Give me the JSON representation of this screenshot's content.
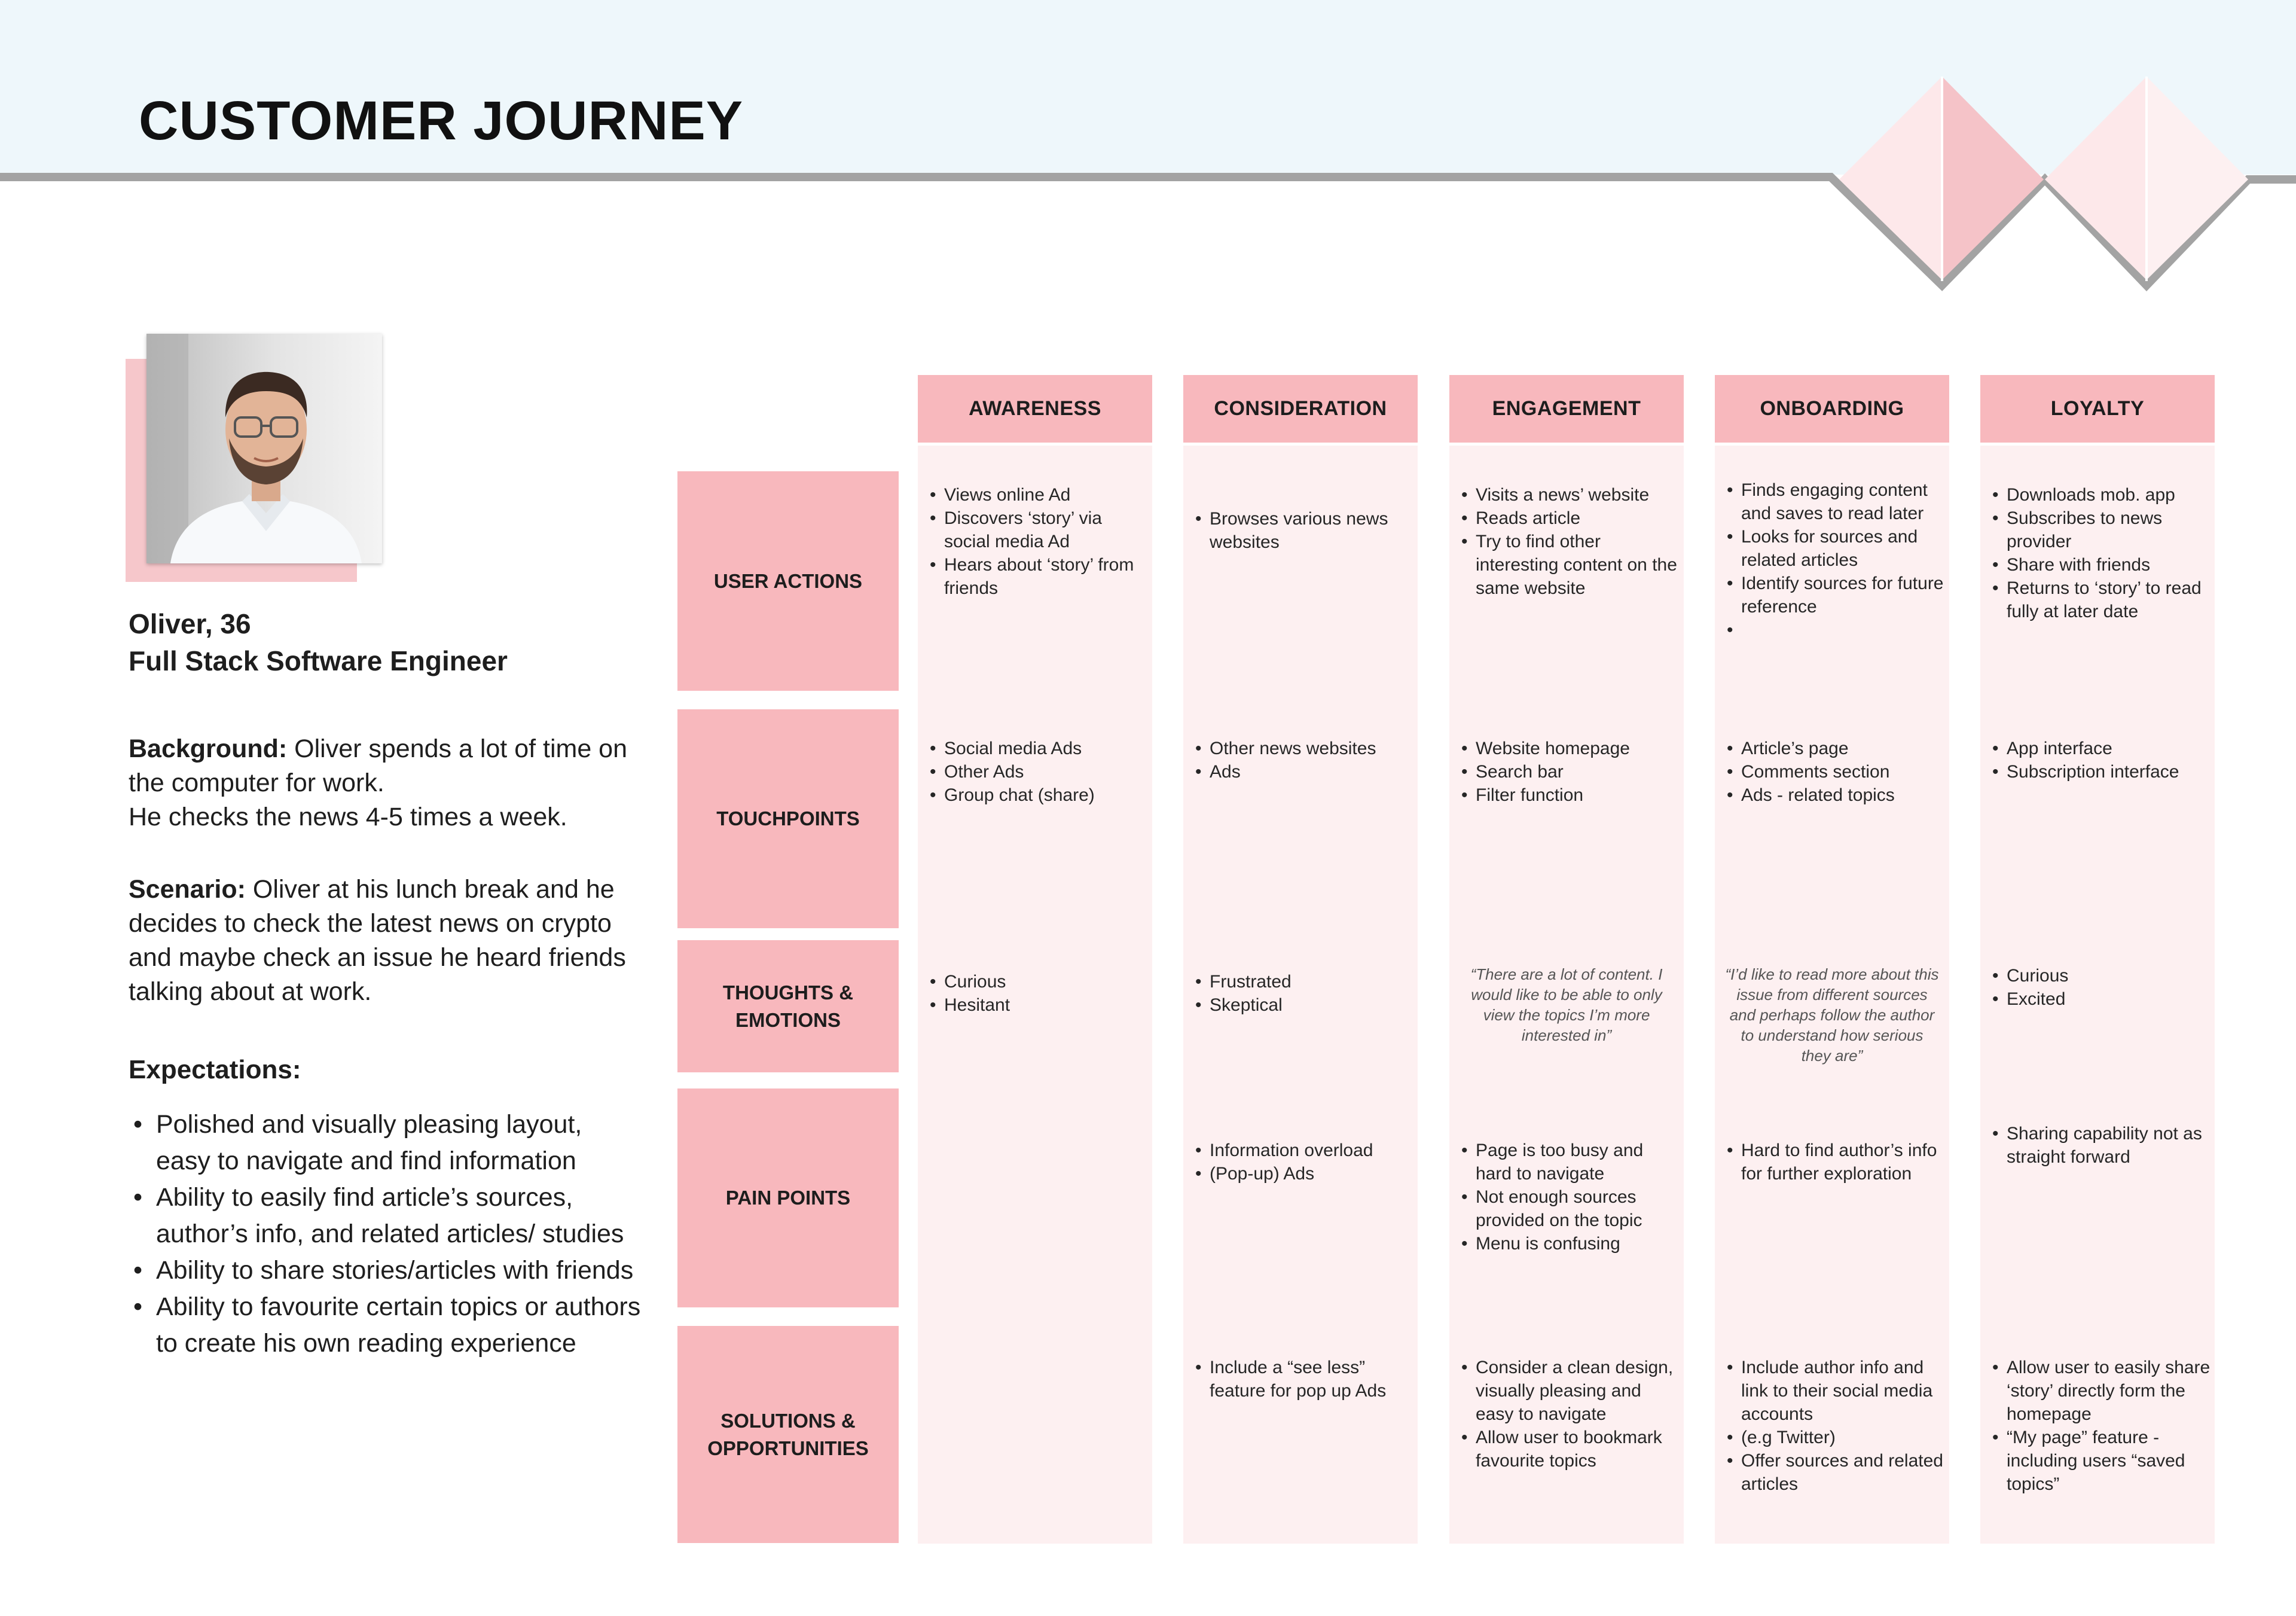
{
  "page": {
    "title": "CUSTOMER JOURNEY"
  },
  "persona": {
    "name": "Oliver, 36",
    "role": "Full Stack Software Engineer",
    "background_label": "Background:",
    "background_text": " Oliver spends a lot of time on the computer for work.",
    "background_text_2": "He checks the news 4-5 times a week.",
    "scenario_label": "Scenario:",
    "scenario_text": " Oliver at his lunch break and he decides to check the latest news on crypto and maybe check an issue he heard friends talking about at work.",
    "expectations_heading": "Expectations:",
    "expectations": [
      "Polished and visually pleasing layout, easy to navigate and find information",
      "Ability to easily find article’s sources, author’s info, and related articles/ studies",
      "Ability to share stories/articles with friends",
      "Ability to favourite certain topics or authors to create his own  reading experience"
    ]
  },
  "journey": {
    "stages": [
      "AWARENESS",
      "CONSIDERATION",
      "ENGAGEMENT",
      "ONBOARDING",
      "LOYALTY"
    ],
    "rows": [
      {
        "label": "USER ACTIONS",
        "cells": [
          {
            "type": "list",
            "items": [
              "Views online Ad",
              "Discovers ‘story’ via social media Ad",
              "Hears about ‘story’ from friends"
            ]
          },
          {
            "type": "list",
            "items": [
              "Browses various news websites"
            ]
          },
          {
            "type": "list",
            "items": [
              "Visits a news’ website",
              "Reads article",
              "Try to find other interesting content on the same website"
            ]
          },
          {
            "type": "list",
            "items": [
              "Finds engaging content and saves to read later",
              "Looks for sources and related articles",
              "Identify sources for future reference",
              ""
            ]
          },
          {
            "type": "list",
            "items": [
              "Downloads mob. app",
              "Subscribes to news provider",
              "Share with friends",
              "Returns to ‘story’ to read fully at later date"
            ]
          }
        ]
      },
      {
        "label": "TOUCHPOINTS",
        "cells": [
          {
            "type": "list",
            "items": [
              "Social media Ads",
              "Other Ads",
              "Group chat (share)"
            ]
          },
          {
            "type": "list",
            "items": [
              "Other news websites",
              "Ads"
            ]
          },
          {
            "type": "list",
            "items": [
              "Website homepage",
              "Search bar",
              "Filter function"
            ]
          },
          {
            "type": "list",
            "items": [
              "Article’s page",
              "Comments section",
              "Ads - related topics"
            ]
          },
          {
            "type": "list",
            "items": [
              "App interface",
              "Subscription interface"
            ]
          }
        ]
      },
      {
        "label": "THOUGHTS & EMOTIONS",
        "cells": [
          {
            "type": "list",
            "items": [
              "Curious",
              "Hesitant"
            ]
          },
          {
            "type": "list",
            "items": [
              "Frustrated",
              "Skeptical"
            ]
          },
          {
            "type": "quote",
            "text": "“There are a lot of content. I would like to be able to only view the topics I’m more interested in”"
          },
          {
            "type": "quote",
            "text": "“I’d like to read more about this issue from different sources and perhaps follow the author to understand how serious they are”"
          },
          {
            "type": "list",
            "items": [
              "Curious",
              "Excited"
            ]
          }
        ]
      },
      {
        "label": "PAIN POINTS",
        "cells": [
          {
            "type": "list",
            "items": []
          },
          {
            "type": "list",
            "items": [
              "Information overload",
              "(Pop-up) Ads"
            ]
          },
          {
            "type": "list",
            "items": [
              "Page is too busy and hard to navigate",
              "Not enough sources provided on the topic",
              "Menu is confusing"
            ]
          },
          {
            "type": "list",
            "items": [
              "Hard to find author’s info for further exploration"
            ]
          },
          {
            "type": "list",
            "items": [
              "Sharing capability not as straight forward"
            ]
          }
        ]
      },
      {
        "label": "SOLUTIONS & OPPORTUNITIES",
        "cells": [
          {
            "type": "list",
            "items": []
          },
          {
            "type": "list",
            "items": [
              "Include a “see less” feature for pop up Ads"
            ]
          },
          {
            "type": "list",
            "items": [
              "Consider a clean design, visually pleasing and easy to navigate",
              "Allow user to bookmark favourite topics"
            ]
          },
          {
            "type": "list",
            "items": [
              "Include author info and link to their social media accounts",
              "(e.g Twitter)",
              "Offer sources and related articles"
            ]
          },
          {
            "type": "list",
            "items": [
              "Allow user to easily share ‘story’ directly form the homepage",
              "“My page” feature - including users “saved topics”"
            ]
          }
        ]
      }
    ]
  },
  "colors": {
    "header_band": "#eef7fb",
    "header_line": "#a3a3a3",
    "diamond_light": "#fde8ea",
    "diamond_dark": "#f5c3c8",
    "stage_header": "#f8b8bd",
    "row_header": "#f8b8bd",
    "cell_bg": "#fdf0f1",
    "photo_frame": "#f6c7cb"
  }
}
